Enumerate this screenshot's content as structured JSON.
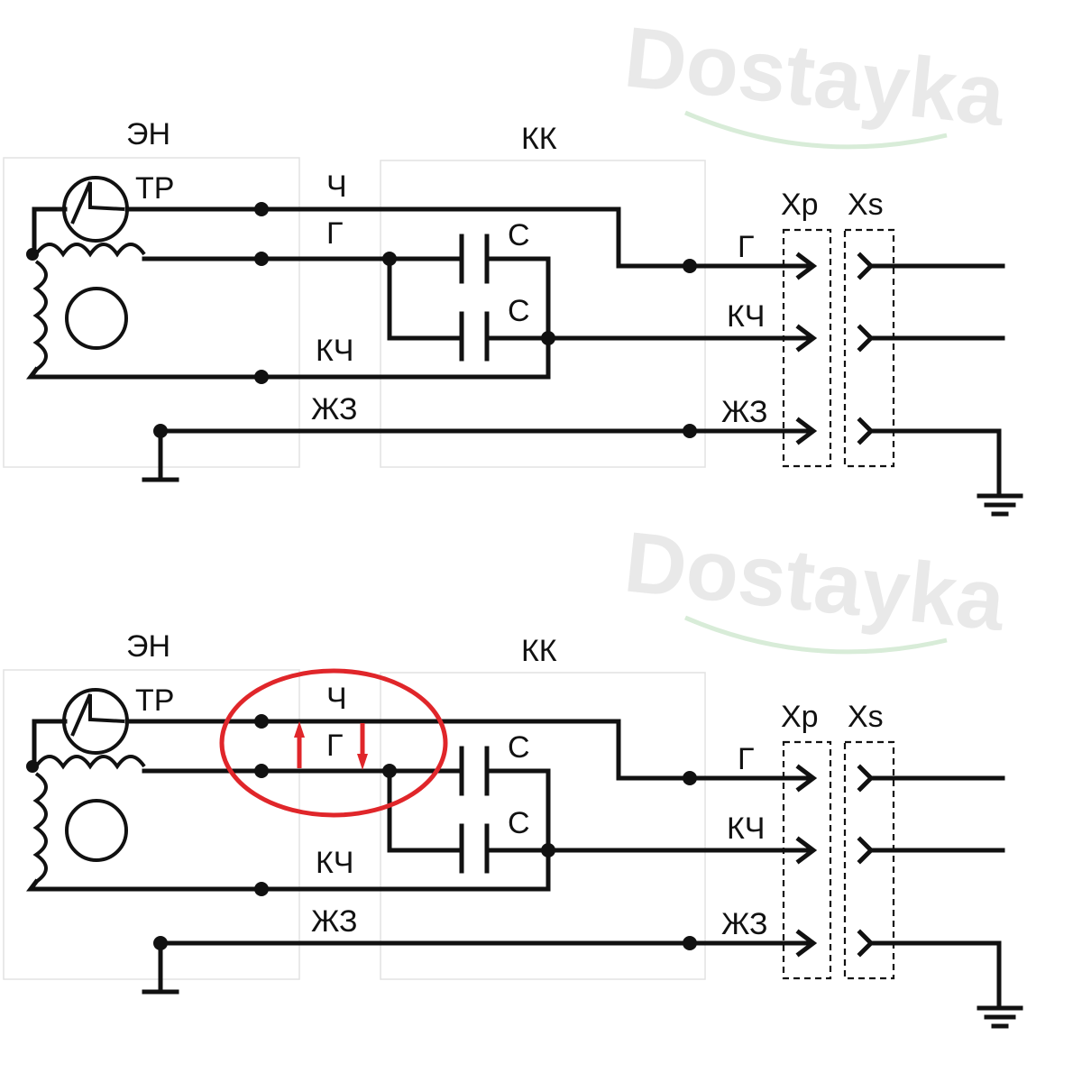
{
  "watermark": "Dostayka",
  "diagrams": [
    {
      "labels": {
        "motor": "ЭН",
        "thermal_relay": "ТР",
        "capacitor_unit": "КК",
        "plug": "Xp",
        "socket": "Xs",
        "wire_black": "Ч",
        "wire_blue": "Г",
        "wire_brown": "КЧ",
        "wire_ground": "ЖЗ",
        "capacitor_1": "С",
        "capacitor_2": "С",
        "out_blue": "Г",
        "out_brown": "КЧ",
        "out_ground": "ЖЗ"
      },
      "highlight": false
    },
    {
      "labels": {
        "motor": "ЭН",
        "thermal_relay": "ТР",
        "capacitor_unit": "КК",
        "plug": "Xp",
        "socket": "Xs",
        "wire_black": "Ч",
        "wire_blue": "Г",
        "wire_brown": "КЧ",
        "wire_ground": "ЖЗ",
        "capacitor_1": "С",
        "capacitor_2": "С",
        "out_blue": "Г",
        "out_brown": "КЧ",
        "out_ground": "ЖЗ"
      },
      "highlight": true,
      "highlight_color": "#e0262a"
    }
  ]
}
